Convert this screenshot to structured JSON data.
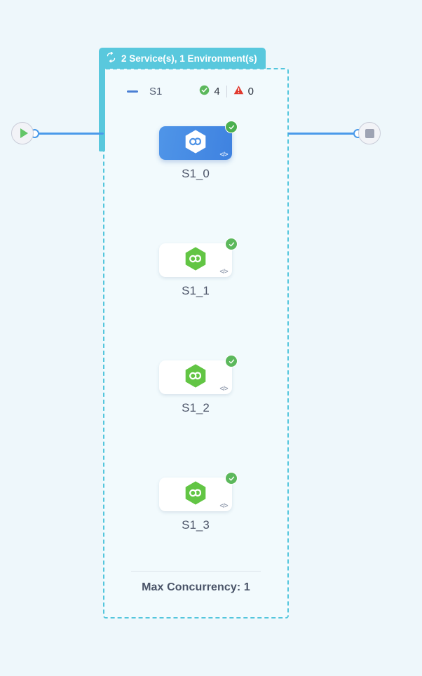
{
  "canvas": {
    "background_color": "#eef7fb"
  },
  "group": {
    "header": {
      "icon": "loop-refresh-icon",
      "label": "2 Service(s), 1 Environment(s)",
      "background_color": "#59c8dd",
      "text_color": "#ffffff"
    },
    "border_color": "#54c6dd",
    "service": {
      "collapse_icon": "minus-collapse-icon",
      "label": "S1",
      "success": {
        "icon": "check-circle-icon",
        "count": "4",
        "color": "#5cb85c"
      },
      "error": {
        "icon": "warning-triangle-icon",
        "count": "0",
        "color": "#e03a2f"
      }
    },
    "footer": {
      "label": "Max Concurrency: 1"
    }
  },
  "terminators": {
    "start": {
      "icon": "play-triangle-icon",
      "color": "#63c668"
    },
    "end": {
      "icon": "stop-square-icon",
      "color": "#9ea3b3"
    }
  },
  "edges": {
    "color": "#4a9aea",
    "port_color": "#4a9aea"
  },
  "nodes": [
    {
      "label": "S1_0",
      "selected": true,
      "icon": "hexagon-infinity-icon",
      "icon_color": "#ffffff",
      "status": "check-circle-icon",
      "code_badge": "</>"
    },
    {
      "label": "S1_1",
      "selected": false,
      "icon": "hexagon-infinity-icon",
      "icon_color": "#62c544",
      "status": "check-circle-icon",
      "code_badge": "</>"
    },
    {
      "label": "S1_2",
      "selected": false,
      "icon": "hexagon-infinity-icon",
      "icon_color": "#62c544",
      "status": "check-circle-icon",
      "code_badge": "</>"
    },
    {
      "label": "S1_3",
      "selected": false,
      "icon": "hexagon-infinity-icon",
      "icon_color": "#62c544",
      "status": "check-circle-icon",
      "code_badge": "</>"
    }
  ]
}
